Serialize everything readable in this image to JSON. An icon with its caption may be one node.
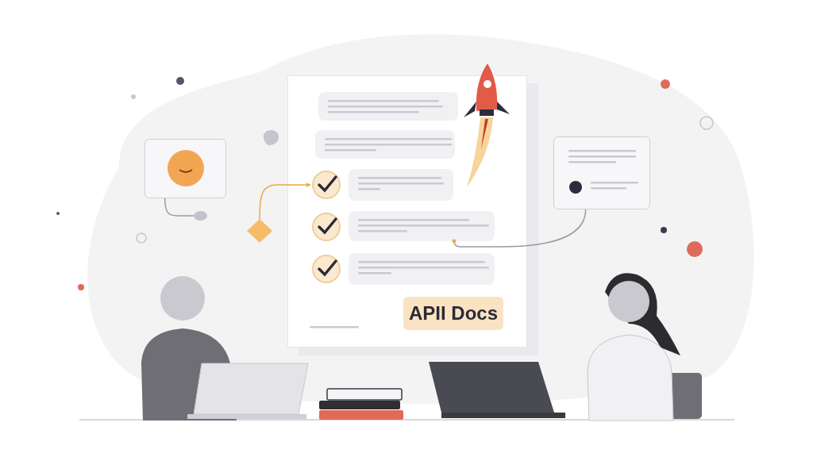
{
  "diagram": {
    "nodes": [
      {
        "text": [],
        "shape": "box"
      },
      {
        "text": [],
        "shape": "box",
        "in": 0
      },
      {
        "text": [],
        "shape": "box",
        "in": 0
      },
      {
        "text": [],
        "shape": "box",
        "in": 0
      },
      {
        "text": [],
        "shape": "box",
        "in": 0
      },
      {
        "text": [],
        "shape": "box",
        "in": 0
      },
      {
        "text": [
          "APII Docs"
        ],
        "in": 0
      },
      {
        "text": [],
        "shape": "box"
      },
      {
        "text": [],
        "shape": "circle"
      },
      {
        "text": [],
        "shape": "diamond"
      },
      {
        "text": [],
        "shape": "box"
      }
    ],
    "edges": [
      {
        "from": 9,
        "to": 3,
        "arrow": "to",
        "color": "#e8a84a"
      },
      {
        "from": 10,
        "to": 4,
        "arrow": "other"
      },
      {
        "from": 7,
        "to": 8,
        "arrow": "none"
      }
    ]
  }
}
